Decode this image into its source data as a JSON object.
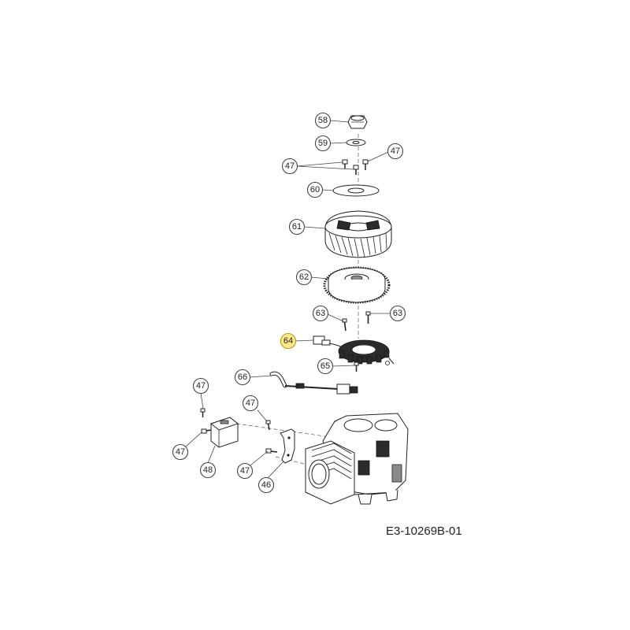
{
  "drawing_code": "E3-10269B-01",
  "callouts": [
    {
      "label": "58"
    },
    {
      "label": "59"
    },
    {
      "label": "47"
    },
    {
      "label": "47"
    },
    {
      "label": "60"
    },
    {
      "label": "61"
    },
    {
      "label": "62"
    },
    {
      "label": "63"
    },
    {
      "label": "63"
    },
    {
      "label": "64",
      "highlight": true
    },
    {
      "label": "65"
    },
    {
      "label": "66"
    },
    {
      "label": "47"
    },
    {
      "label": "47"
    },
    {
      "label": "47"
    },
    {
      "label": "48"
    },
    {
      "label": "47"
    },
    {
      "label": "46"
    }
  ]
}
